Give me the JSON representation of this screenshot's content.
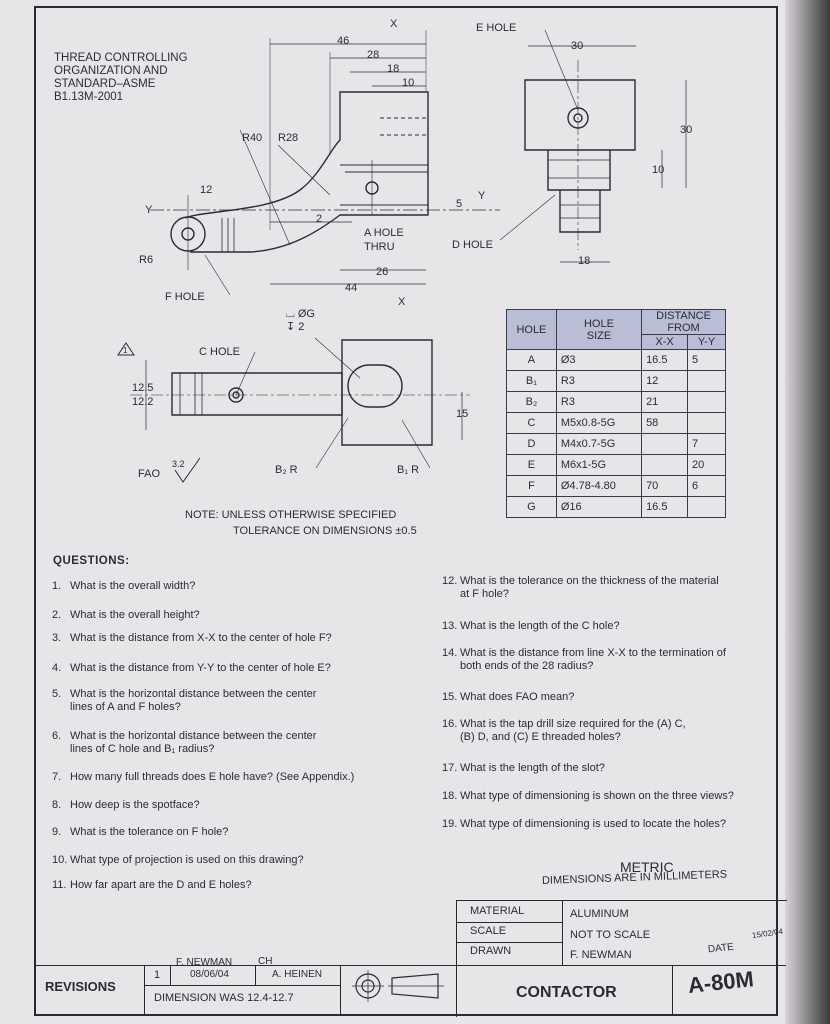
{
  "header": {
    "line1": "THREAD CONTROLLING",
    "line2": "ORGANIZATION AND",
    "line3": "STANDARD–ASME",
    "line4": "B1.13M-2001"
  },
  "labels": {
    "x_top": "X",
    "dim_46": "46",
    "dim_28": "28",
    "dim_18": "18",
    "dim_10": "10",
    "r40": "R40",
    "r28": "R28",
    "dim_12": "12",
    "y_left": "Y",
    "r6": "R6",
    "f_hole": "F HOLE",
    "dim_2": "2",
    "dim_5": "5",
    "y_right": "Y",
    "a_hole_1": "A HOLE",
    "a_hole_2": "THRU",
    "dim_26": "26",
    "dim_44": "44",
    "x_bottom": "X",
    "e_hole": "E HOLE",
    "dim_30w": "30",
    "dim_30h": "30",
    "dim_10r": "10",
    "d_hole": "D HOLE",
    "dim_18r": "18",
    "spot_1": "⌴ ØG",
    "spot_2": "↧ 2",
    "c_hole": "C HOLE",
    "rev_marker": "1",
    "dim_125": "12.5",
    "dim_122": "12.2",
    "dim_15": "15",
    "fao": "FAO",
    "fao_val": "3.2",
    "b2r": "B₂ R",
    "b1r": "B₁ R",
    "note1": "NOTE:  UNLESS OTHERWISE SPECIFIED",
    "note2": "TOLERANCE ON DIMENSIONS ±0.5"
  },
  "table": {
    "col_hole": "HOLE",
    "col_size_1": "HOLE",
    "col_size_2": "SIZE",
    "col_dist_1": "DISTANCE",
    "col_dist_2": "FROM",
    "col_xx": "X-X",
    "col_yy": "Y-Y",
    "rows": [
      {
        "hole": "A",
        "size": "Ø3",
        "xx": "16.5",
        "yy": "5"
      },
      {
        "hole": "B₁",
        "size": "R3",
        "xx": "12",
        "yy": ""
      },
      {
        "hole": "B₂",
        "size": "R3",
        "xx": "21",
        "yy": ""
      },
      {
        "hole": "C",
        "size": "M5x0.8-5G",
        "xx": "58",
        "yy": ""
      },
      {
        "hole": "D",
        "size": "M4x0.7-5G",
        "xx": "",
        "yy": "7"
      },
      {
        "hole": "E",
        "size": "M6x1-5G",
        "xx": "",
        "yy": "20"
      },
      {
        "hole": "F",
        "size": "Ø4.78-4.80",
        "xx": "70",
        "yy": "6"
      },
      {
        "hole": "G",
        "size": "Ø16",
        "xx": "16.5",
        "yy": ""
      }
    ]
  },
  "questions_heading": "QUESTIONS:",
  "questions_left": [
    {
      "n": "1.",
      "a": "What is the overall width?",
      "b": ""
    },
    {
      "n": "2.",
      "a": "What is the overall height?",
      "b": ""
    },
    {
      "n": "3.",
      "a": "What is the distance from X-X to the center of hole F?",
      "b": ""
    },
    {
      "n": "4.",
      "a": "What is the distance from Y-Y to the center of hole E?",
      "b": ""
    },
    {
      "n": "5.",
      "a": "What is the horizontal distance between the center",
      "b": "lines of A and F holes?"
    },
    {
      "n": "6.",
      "a": "What is the horizontal distance between the center",
      "b": "lines of C hole and B₁ radius?"
    },
    {
      "n": "7.",
      "a": "How many full threads does E hole have? (See Appendix.)",
      "b": ""
    },
    {
      "n": "8.",
      "a": "How deep is the spotface?",
      "b": ""
    },
    {
      "n": "9.",
      "a": "What is the tolerance on F hole?",
      "b": ""
    },
    {
      "n": "10.",
      "a": "What type of projection is used on this drawing?",
      "b": ""
    },
    {
      "n": "11.",
      "a": "How far apart are the D and E holes?",
      "b": ""
    }
  ],
  "questions_right": [
    {
      "n": "12.",
      "a": "What is the tolerance on the thickness of the material",
      "b": "at F hole?"
    },
    {
      "n": "13.",
      "a": "What is the length of the C hole?",
      "b": ""
    },
    {
      "n": "14.",
      "a": "What is the distance from line X-X to the termination of",
      "b": "both ends of the 28 radius?"
    },
    {
      "n": "15.",
      "a": "What does FAO mean?",
      "b": ""
    },
    {
      "n": "16.",
      "a": "What is the tap drill size required for the (A) C,",
      "b": "(B) D, and (C) E threaded holes?"
    },
    {
      "n": "17.",
      "a": "What is the length of the slot?",
      "b": ""
    },
    {
      "n": "18.",
      "a": "What type of dimensioning is shown on the three views?",
      "b": ""
    },
    {
      "n": "19.",
      "a": "What type of dimensioning is used to locate the holes?",
      "b": ""
    }
  ],
  "title_block": {
    "metric": "METRIC",
    "units": "DIMENSIONS ARE IN MILLIMETERS",
    "material_label": "MATERIAL",
    "material": "ALUMINUM",
    "scale_label": "SCALE",
    "scale": "NOT TO SCALE",
    "drawn_label": "DRAWN",
    "drawn": "F. NEWMAN",
    "date_label": "DATE",
    "date": "15/02/04",
    "part_name": "CONTACTOR",
    "part_no": "A-80M"
  },
  "revisions": {
    "label": "REVISIONS",
    "num": "1",
    "by": "F. NEWMAN",
    "ch": "CH",
    "date": "08/06/04",
    "checker": "A. HEINEN",
    "desc": "DIMENSION WAS 12.4-12.7"
  }
}
